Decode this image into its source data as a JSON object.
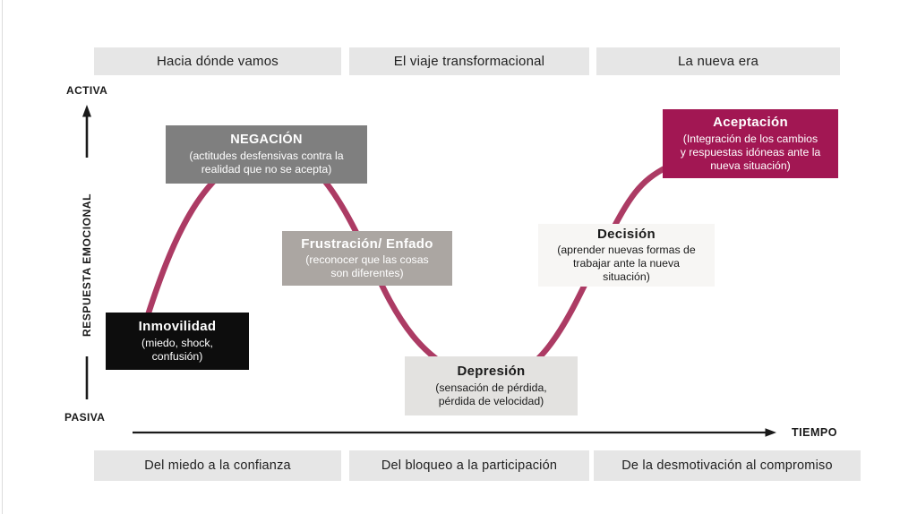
{
  "header_phases": [
    "Hacia dónde vamos",
    "El viaje transformacional",
    "La nueva era"
  ],
  "footer_phases": [
    "Del miedo a la confianza",
    "Del bloqueo a la participación",
    "De la desmotivación al compromiso"
  ],
  "axis": {
    "top": "ACTIVA",
    "bottom": "PASIVA",
    "y_label": "RESPUESTA EMOCIONAL",
    "x_label": "TIEMPO"
  },
  "stages": [
    {
      "id": "inmovilidad",
      "title": "Inmovilidad",
      "desc": "(miedo, shock,\nconfusión)",
      "bg": "#0d0d0d",
      "fg": "#ffffff"
    },
    {
      "id": "negacion",
      "title": "NEGACIÓN",
      "desc": "(actitudes desfensivas contra la\nrealidad que no se acepta)",
      "bg": "#7f7f7f",
      "fg": "#ffffff"
    },
    {
      "id": "frustracion",
      "title": "Frustración/ Enfado",
      "desc": "(reconocer que las cosas\nson diferentes)",
      "bg": "#aba6a2",
      "fg": "#ffffff"
    },
    {
      "id": "depresion",
      "title": "Depresión",
      "desc": "(sensación de pérdida,\npérdida de velocidad)",
      "bg": "#e3e2e0",
      "fg": "#1a1a1a"
    },
    {
      "id": "decision",
      "title": "Decisión",
      "desc": "(aprender nuevas formas de\ntrabajar ante la nueva\nsituación)",
      "bg": "#f7f6f4",
      "fg": "#1a1a1a"
    },
    {
      "id": "aceptacion",
      "title": "Aceptación",
      "desc": "(Integración de los cambios\ny respuestas idóneas ante la\nnueva situación)",
      "bg": "#a21753",
      "fg": "#ffffff"
    }
  ],
  "colors": {
    "curve": "#ac3b64",
    "phase_box_bg": "#e6e6e6",
    "axis": "#1a1a1a"
  }
}
